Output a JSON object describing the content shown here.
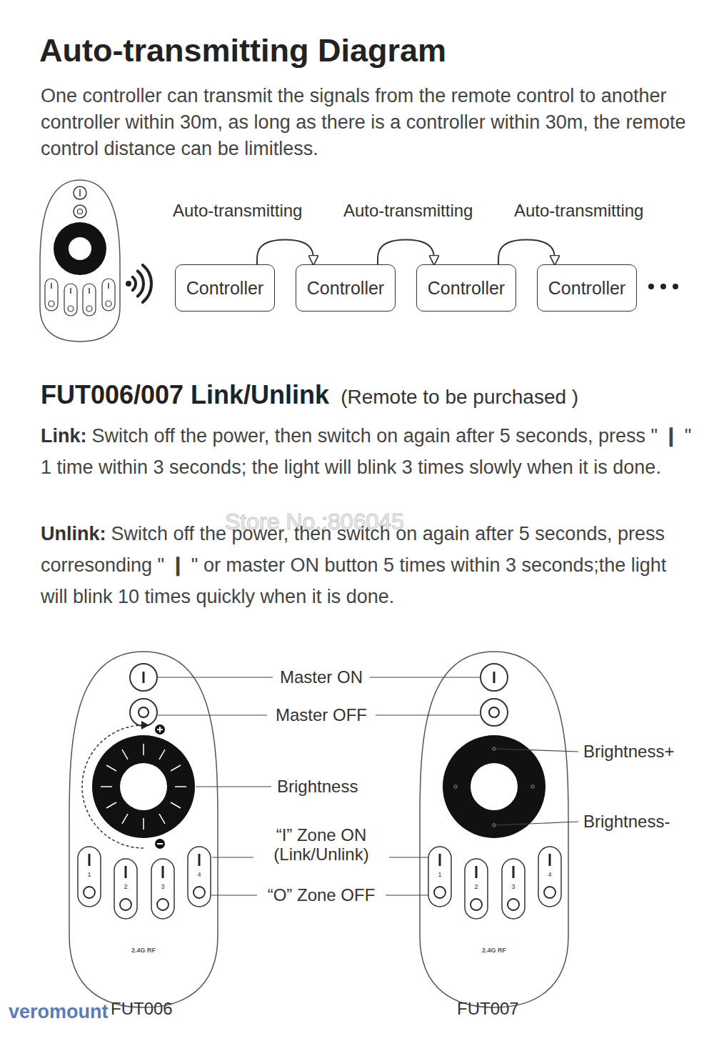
{
  "diagram": {
    "title": "Auto-transmitting Diagram",
    "nodes": [
      {
        "text": [
          "Controller"
        ]
      },
      {
        "text": [
          "Controller"
        ]
      },
      {
        "text": [
          "Controller"
        ]
      },
      {
        "text": [
          "Controller"
        ]
      }
    ],
    "edges": [
      {
        "from": 0,
        "to": 1,
        "arrow": "to",
        "label": "Auto-transmitting"
      },
      {
        "from": 1,
        "to": 2,
        "arrow": "to",
        "label": "Auto-transmitting"
      },
      {
        "from": 2,
        "to": 3,
        "arrow": "to",
        "label": "Auto-transmitting"
      }
    ],
    "labels": [
      "One controller can transmit the signals from the remote control to another controller within 30m, as long as there is a controller within 30m, the remote control distance can be limitless.",
      "FUT006/007 Link/Unlink",
      "(Remote to be purchased )",
      "Link:",
      "Switch off the power, then switch on again after 5 seconds, press \" ❙ \" 1 time within 3 seconds; the light will blink 3 times slowly when it is done.",
      "Unlink:",
      "Switch off the power, then switch on again after 5 seconds, press corresonding \" ❙ \" or master ON button 5 times within 3 seconds;the light will blink 10 times quickly when it is done.",
      "Store No.:806045",
      "Master ON",
      "Master OFF",
      "Brightness",
      "“I” Zone ON (Link/Unlink)",
      "“O” Zone OFF",
      "Brightness+",
      "Brightness-",
      "FUT006",
      "FUT007",
      "veromount",
      "1",
      "2",
      "3",
      "4",
      "1",
      "2",
      "3",
      "4",
      "2.4G RF",
      "2.4G RF"
    ]
  }
}
